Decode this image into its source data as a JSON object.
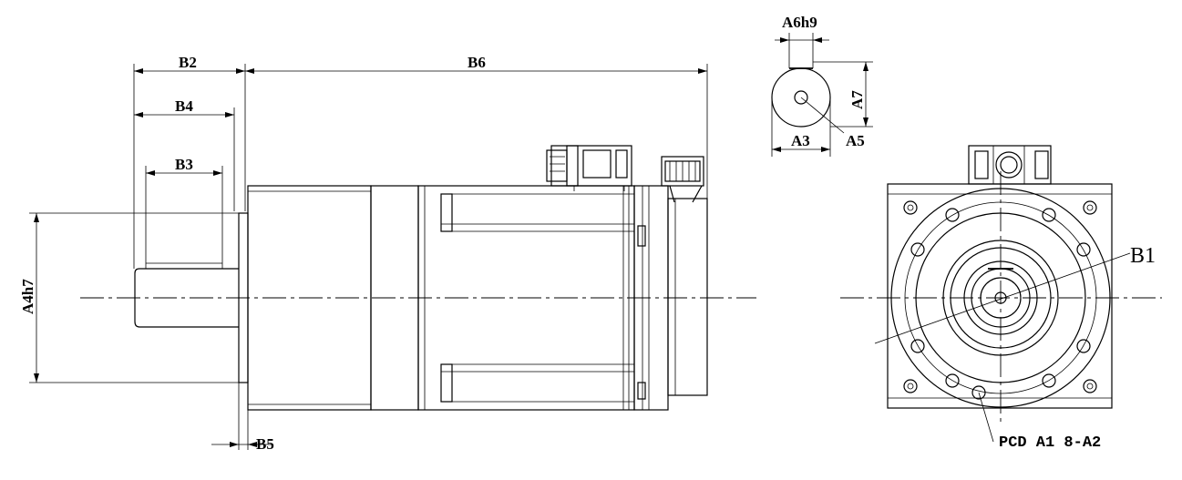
{
  "labels": {
    "b2": "B2",
    "b6": "B6",
    "b4": "B4",
    "b3": "B3",
    "a4h7": "A4h7",
    "b5": "B5",
    "a6h9": "A6h9",
    "a7": "A7",
    "a3": "A3",
    "a5": "A5",
    "b1": "B1",
    "pcd": "PCD A1  8-A2"
  }
}
